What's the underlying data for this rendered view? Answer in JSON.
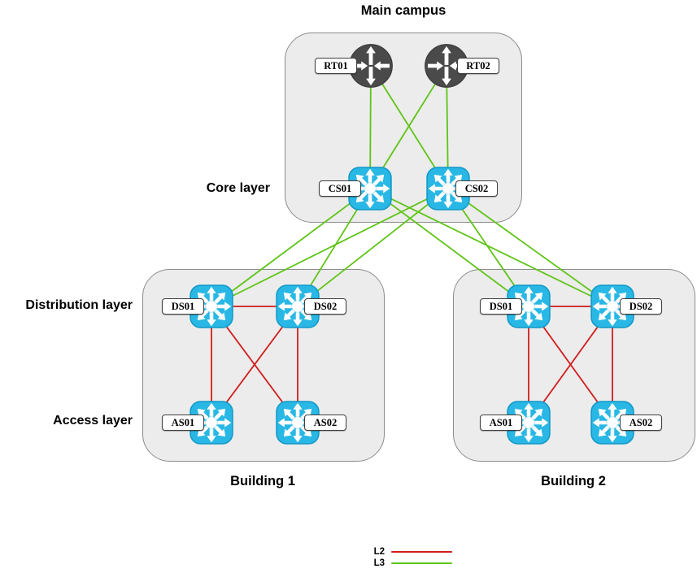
{
  "groups": {
    "main_campus": {
      "title": "Main campus"
    },
    "building1": {
      "title": "Building 1"
    },
    "building2": {
      "title": "Building 2"
    }
  },
  "layers": {
    "core": "Core layer",
    "distribution": "Distribution layer",
    "access": "Access layer"
  },
  "nodes": {
    "rt01": {
      "label": "RT01",
      "type": "router"
    },
    "rt02": {
      "label": "RT02",
      "type": "router"
    },
    "cs01": {
      "label": "CS01",
      "type": "multilayer-switch"
    },
    "cs02": {
      "label": "CS02",
      "type": "multilayer-switch"
    },
    "b1_ds01": {
      "label": "DS01",
      "type": "multilayer-switch"
    },
    "b1_ds02": {
      "label": "DS02",
      "type": "multilayer-switch"
    },
    "b1_as01": {
      "label": "AS01",
      "type": "multilayer-switch"
    },
    "b1_as02": {
      "label": "AS02",
      "type": "multilayer-switch"
    },
    "b2_ds01": {
      "label": "DS01",
      "type": "multilayer-switch"
    },
    "b2_ds02": {
      "label": "DS02",
      "type": "multilayer-switch"
    },
    "b2_as01": {
      "label": "AS01",
      "type": "multilayer-switch"
    },
    "b2_as02": {
      "label": "AS02",
      "type": "multilayer-switch"
    }
  },
  "links": [
    {
      "from": "rt01",
      "to": "cs01",
      "layer": "L3"
    },
    {
      "from": "rt01",
      "to": "cs02",
      "layer": "L3"
    },
    {
      "from": "rt02",
      "to": "cs01",
      "layer": "L3"
    },
    {
      "from": "rt02",
      "to": "cs02",
      "layer": "L3"
    },
    {
      "from": "cs01",
      "to": "b1_ds01",
      "layer": "L3"
    },
    {
      "from": "cs01",
      "to": "b1_ds02",
      "layer": "L3"
    },
    {
      "from": "cs01",
      "to": "b2_ds01",
      "layer": "L3"
    },
    {
      "from": "cs01",
      "to": "b2_ds02",
      "layer": "L3"
    },
    {
      "from": "cs02",
      "to": "b1_ds01",
      "layer": "L3"
    },
    {
      "from": "cs02",
      "to": "b1_ds02",
      "layer": "L3"
    },
    {
      "from": "cs02",
      "to": "b2_ds01",
      "layer": "L3"
    },
    {
      "from": "cs02",
      "to": "b2_ds02",
      "layer": "L3"
    },
    {
      "from": "b1_ds01",
      "to": "b1_ds02",
      "layer": "L2"
    },
    {
      "from": "b1_ds01",
      "to": "b1_as01",
      "layer": "L2"
    },
    {
      "from": "b1_ds01",
      "to": "b1_as02",
      "layer": "L2"
    },
    {
      "from": "b1_ds02",
      "to": "b1_as01",
      "layer": "L2"
    },
    {
      "from": "b1_ds02",
      "to": "b1_as02",
      "layer": "L2"
    },
    {
      "from": "b2_ds01",
      "to": "b2_ds02",
      "layer": "L2"
    },
    {
      "from": "b2_ds01",
      "to": "b2_as01",
      "layer": "L2"
    },
    {
      "from": "b2_ds01",
      "to": "b2_as02",
      "layer": "L2"
    },
    {
      "from": "b2_ds02",
      "to": "b2_as01",
      "layer": "L2"
    },
    {
      "from": "b2_ds02",
      "to": "b2_as02",
      "layer": "L2"
    }
  ],
  "legend": {
    "items": [
      {
        "label": "L2",
        "color": "#d11d1d"
      },
      {
        "label": "L3",
        "color": "#5ec416"
      }
    ]
  },
  "colors": {
    "l2_link": "#d11d1d",
    "l3_link": "#5ec416",
    "switch_fill": "#29b8e5",
    "switch_edge": "#149ac8",
    "router_fill": "#4a4a4a",
    "router_edge": "#3a3a3a",
    "box_fill": "#ececec",
    "box_border": "#8c8c8c"
  }
}
